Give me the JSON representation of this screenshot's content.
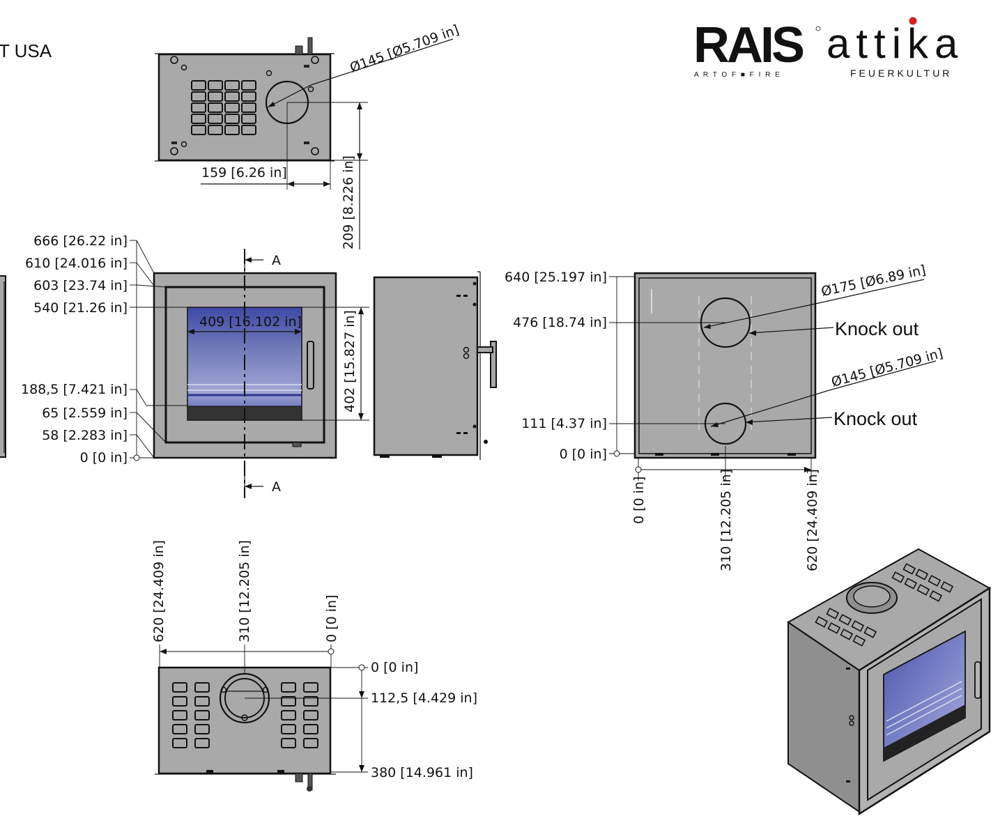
{
  "header": {
    "partial_title": "T USA"
  },
  "logo": {
    "brand_left": "RAIS",
    "brand_right": "attika",
    "tagline_left": "A R T  O F  ■  F I R E",
    "tagline_right": "FEUERKULTUR",
    "accent_color": "#d42020"
  },
  "top_view": {
    "diameter": "Ø145 [Ø5.709 in]",
    "horizontal": "159 [6.26 in]",
    "vertical": "209 [8.226 in]"
  },
  "front_view": {
    "heights": [
      "666 [26.22 in]",
      "610 [24.016 in]",
      "603 [23.74 in]",
      "540 [21.26 in]",
      "188,5 [7.421 in]",
      "65 [2.559 in]",
      "58 [2.283 in]",
      "0 [0 in]"
    ],
    "glass_width": "409 [16.102 in]",
    "section_label_top": "A",
    "section_label_bottom": "A"
  },
  "side_view": {
    "glass_height": "402 [15.827 in]"
  },
  "back_view": {
    "heights": [
      "640 [25.197 in]",
      "476 [18.74 in]",
      "111 [4.37 in]",
      "0 [0 in]"
    ],
    "diameter_large": "Ø175 [Ø6.89 in]",
    "diameter_small": "Ø145 [Ø5.709 in]",
    "knock_out_top": "Knock out",
    "knock_out_bottom": "Knock out",
    "widths": [
      "0 [0 in]",
      "310 [12.205 in]",
      "620 [24.409 in]"
    ]
  },
  "bottom_view": {
    "widths": [
      "620 [24.409 in]",
      "310 [12.205 in]",
      "0 [0 in]"
    ],
    "depths": [
      "0 [0 in]",
      "112,5 [4.429 in]",
      "380 [14.961 in]"
    ]
  },
  "colors": {
    "steel": "#a9a9a9",
    "glass_top": "#3e49a6",
    "glass_bottom": "#9fa6d4",
    "line": "#111111"
  }
}
